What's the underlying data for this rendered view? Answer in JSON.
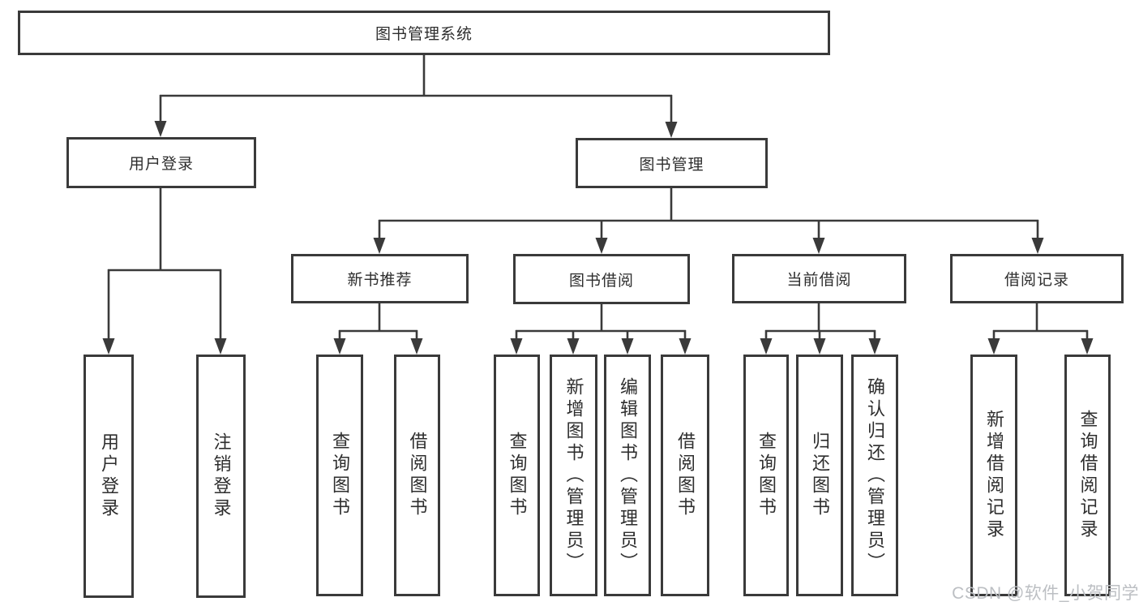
{
  "tree": {
    "root": {
      "label": "图书管理系统"
    },
    "branches": [
      {
        "label": "用户登录",
        "leaves": [
          {
            "label": "用户登录"
          },
          {
            "label": "注销登录"
          }
        ]
      },
      {
        "label": "图书管理",
        "children": [
          {
            "label": "新书推荐",
            "leaves": [
              {
                "label": "查询图书"
              },
              {
                "label": "借阅图书"
              }
            ]
          },
          {
            "label": "图书借阅",
            "leaves": [
              {
                "label": "查询图书"
              },
              {
                "label": "新增图书（管理员）"
              },
              {
                "label": "编辑图书（管理员）"
              },
              {
                "label": "借阅图书"
              }
            ]
          },
          {
            "label": "当前借阅",
            "leaves": [
              {
                "label": "查询图书"
              },
              {
                "label": "归还图书"
              },
              {
                "label": "确认归还（管理员）"
              }
            ]
          },
          {
            "label": "借阅记录",
            "leaves": [
              {
                "label": "新增借阅记录"
              },
              {
                "label": "查询借阅记录"
              }
            ]
          }
        ]
      }
    ]
  },
  "watermark": {
    "text": "CSDN @软件_小贺同学"
  },
  "colors": {
    "line": "#3a3a3a",
    "box_border": "#3a3a3a",
    "text": "#2e2e2e",
    "watermark": "#bcbfc3",
    "background": "#ffffff"
  }
}
